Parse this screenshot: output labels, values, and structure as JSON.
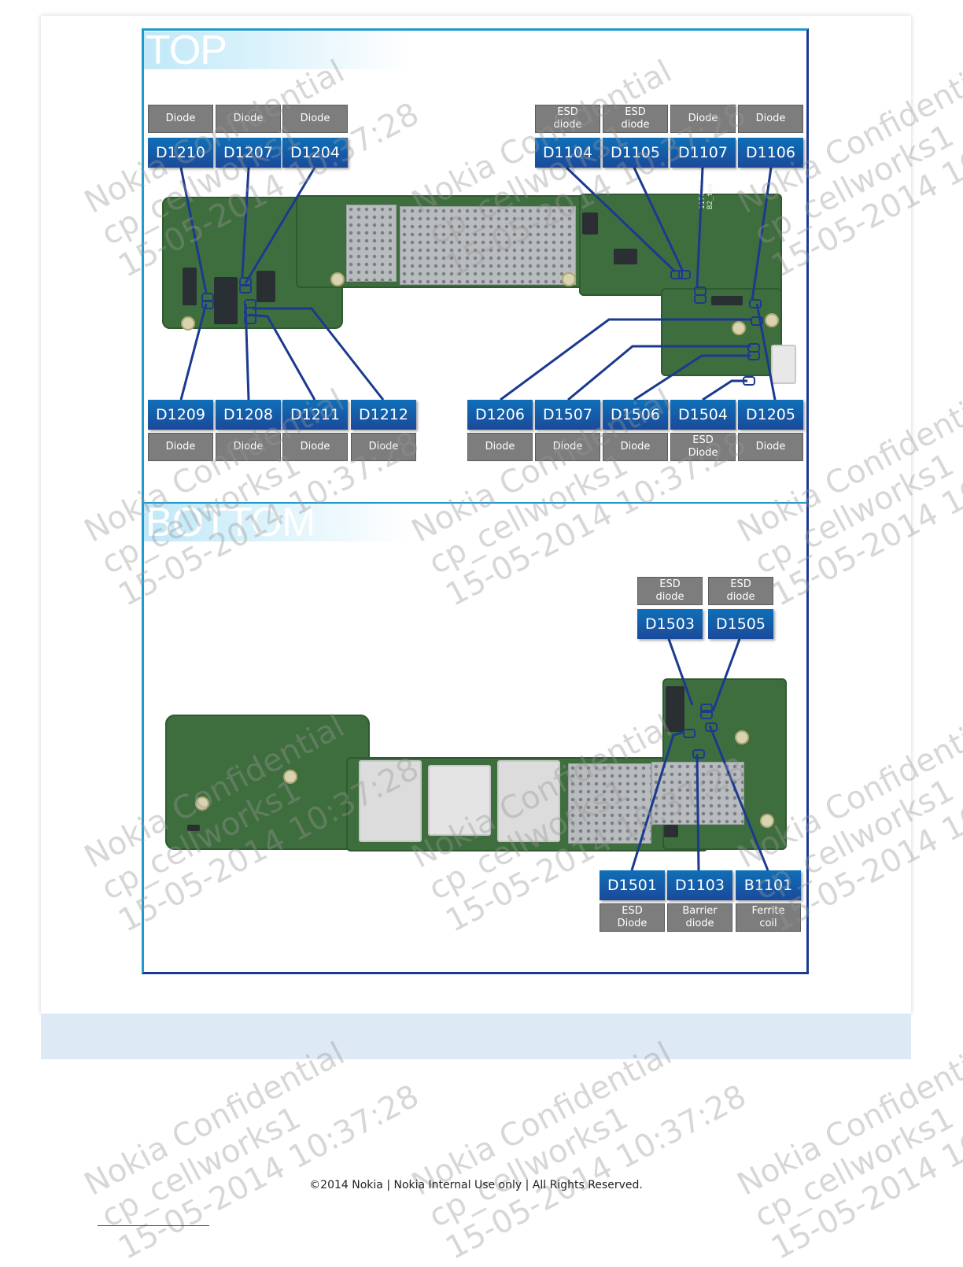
{
  "sections": {
    "top_title": "TOP",
    "bottom_title": "BOTTOM"
  },
  "top_labels": [
    {
      "ref": "D1210",
      "type": "Diode"
    },
    {
      "ref": "D1207",
      "type": "Diode"
    },
    {
      "ref": "D1204",
      "type": "Diode"
    },
    {
      "ref": "D1104",
      "type": "ESD\ndiode"
    },
    {
      "ref": "D1105",
      "type": "ESD\ndiode"
    },
    {
      "ref": "D1107",
      "type": "Diode"
    },
    {
      "ref": "D1106",
      "type": "Diode"
    },
    {
      "ref": "D1209",
      "type": "Diode"
    },
    {
      "ref": "D1208",
      "type": "Diode"
    },
    {
      "ref": "D1211",
      "type": "Diode"
    },
    {
      "ref": "D1212",
      "type": "Diode"
    },
    {
      "ref": "D1206",
      "type": "Diode"
    },
    {
      "ref": "D1507",
      "type": "Diode"
    },
    {
      "ref": "D1506",
      "type": "Diode"
    },
    {
      "ref": "D1504",
      "type": "ESD\nDiode"
    },
    {
      "ref": "D1205",
      "type": "Diode"
    }
  ],
  "bottom_labels": [
    {
      "ref": "D1503",
      "type": "ESD\ndiode"
    },
    {
      "ref": "D1505",
      "type": "ESD\ndiode"
    },
    {
      "ref": "D1501",
      "type": "ESD\nDiode"
    },
    {
      "ref": "D1103",
      "type": "Barrier\ndiode"
    },
    {
      "ref": "B1101",
      "type": "Ferrite\ncoil"
    }
  ],
  "board_marking": "1174058-00\nB2_top",
  "watermark": "Nokia Confidential\ncp_cellworks1\n15-05-2014 10:37:28",
  "footer": "©2014 Nokia | Nokia Internal Use only | All Rights Reserved."
}
